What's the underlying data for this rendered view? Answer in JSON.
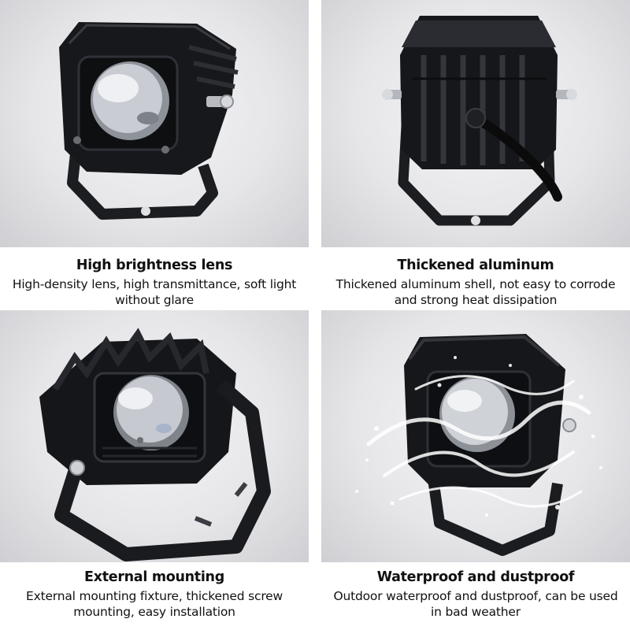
{
  "features": [
    {
      "title": "High brightness lens",
      "description": "High-density lens, high transmittance, soft light without glare"
    },
    {
      "title": "Thickened aluminum",
      "description": "Thickened aluminum shell, not easy to corrode and strong heat dissipation"
    },
    {
      "title": "External mounting",
      "description": "External mounting fixture, thickened screw mounting, easy installation"
    },
    {
      "title": "Waterproof and dustproof",
      "description": "Outdoor waterproof and dustproof, can be used in bad weather"
    }
  ]
}
